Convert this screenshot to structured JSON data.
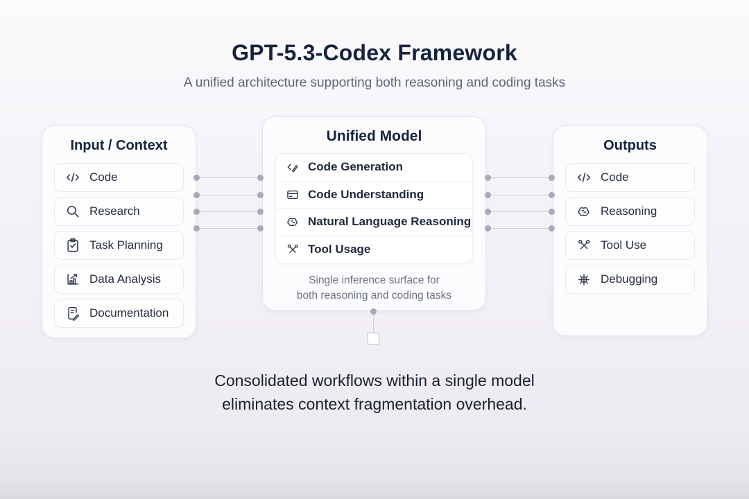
{
  "page": {
    "title": "GPT-5.3-Codex Framework",
    "subtitle": "A unified architecture supporting both reasoning and coding tasks",
    "footer_line1": "Consolidated workflows within a single model",
    "footer_line2": "eliminates context fragmentation overhead."
  },
  "input_column": {
    "title": "Input / Context",
    "items": [
      {
        "label": "Code",
        "icon": "code-icon"
      },
      {
        "label": "Research",
        "icon": "search-icon"
      },
      {
        "label": "Task Planning",
        "icon": "clipboard-check-icon"
      },
      {
        "label": "Data Analysis",
        "icon": "bar-chart-icon"
      },
      {
        "label": "Documentation",
        "icon": "document-edit-icon"
      }
    ]
  },
  "model_column": {
    "title": "Unified Model",
    "capabilities": [
      {
        "label": "Code Generation",
        "icon": "code-pen-icon"
      },
      {
        "label": "Code Understanding",
        "icon": "code-card-icon"
      },
      {
        "label": "Natural Language Reasoning",
        "icon": "brain-icon"
      },
      {
        "label": "Tool Usage",
        "icon": "tools-icon"
      }
    ],
    "caption_line1": "Single inference surface for",
    "caption_line2": "both reasoning and coding tasks"
  },
  "outputs_column": {
    "title": "Outputs",
    "items": [
      {
        "label": "Code",
        "icon": "code-icon"
      },
      {
        "label": "Reasoning",
        "icon": "brain-icon"
      },
      {
        "label": "Tool Use",
        "icon": "tools-icon"
      },
      {
        "label": "Debugging",
        "icon": "bug-icon"
      }
    ]
  },
  "colors": {
    "background_top": "#fbfafc",
    "background_bottom": "#dcd8e0",
    "card_fill": "#fcfbfd",
    "card_border": "#e7e3ed",
    "pill_fill": "#fefdfe",
    "pill_border": "#ebe8f0",
    "title_text": "#16233a",
    "subtitle_text": "#5b6878",
    "label_text": "#232e3f",
    "caption_text": "#6a7482",
    "footer_text": "#16202f",
    "connector_line": "#cdd1db",
    "connector_dot": "#a5abba"
  }
}
